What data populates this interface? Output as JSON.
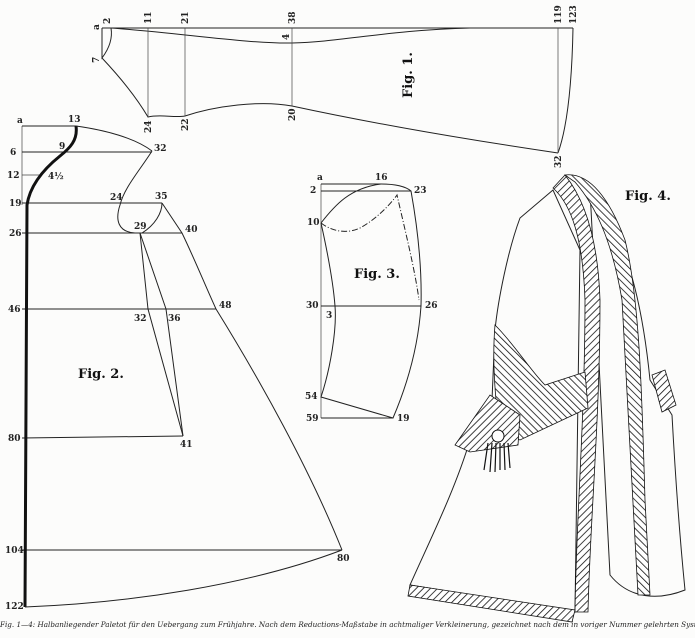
{
  "fig1": {
    "title": "Fig. 1.",
    "labels": [
      "a",
      "2",
      "11",
      "21",
      "38",
      "119",
      "123",
      "7",
      "4",
      "24",
      "22",
      "20",
      "32"
    ]
  },
  "fig2": {
    "title": "Fig. 2.",
    "labels": [
      "a",
      "13",
      "6",
      "9",
      "32",
      "12",
      "4½",
      "19",
      "24",
      "35",
      "26",
      "29",
      "40",
      "46",
      "32",
      "36",
      "48",
      "80",
      "41",
      "104",
      "80",
      "122"
    ]
  },
  "fig3": {
    "title": "Fig. 3.",
    "labels": [
      "a",
      "16",
      "2",
      "23",
      "10",
      "30",
      "3",
      "26",
      "54",
      "59",
      "19"
    ]
  },
  "fig4": {
    "title": "Fig. 4."
  },
  "caption": "Fig. 1—4: Halbanliegender Paletot für den Uebergang zum Frühjahre. Nach dem Reductions-Maßstabe in achtmaliger Verkleinerung, gezeichnet nach dem in voriger Nummer gelehrten Systeme."
}
